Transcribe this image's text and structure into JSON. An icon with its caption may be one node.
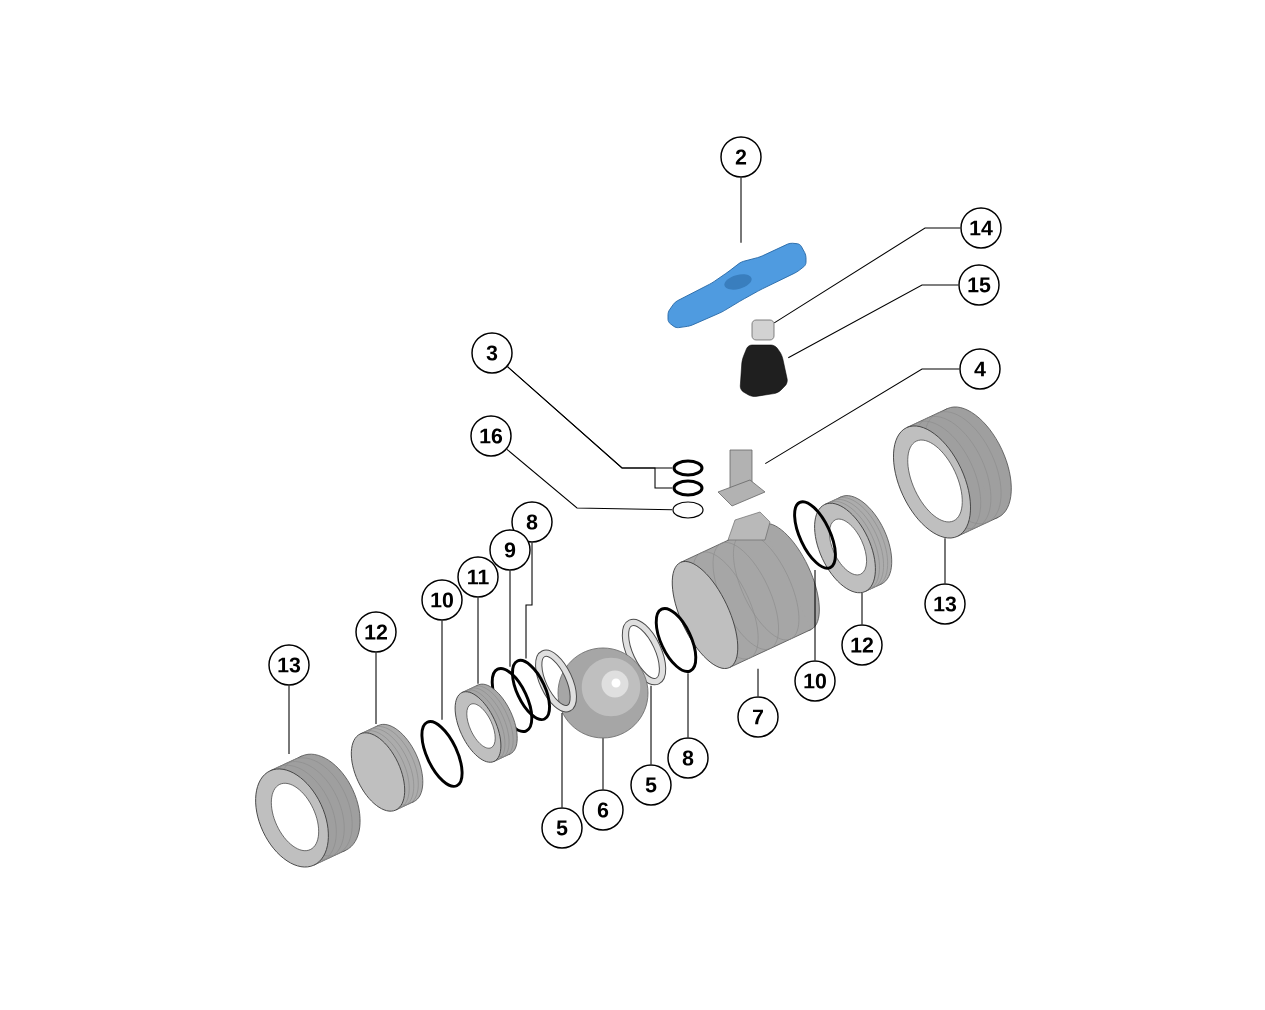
{
  "diagram": {
    "nodes": [
      {
        "text": [
          "2"
        ]
      },
      {
        "text": [
          "14"
        ]
      },
      {
        "text": [
          "15"
        ]
      },
      {
        "text": [
          "3"
        ]
      },
      {
        "text": [
          "4"
        ]
      },
      {
        "text": [
          "16"
        ]
      },
      {
        "text": [
          "8"
        ]
      },
      {
        "text": [
          "9"
        ]
      },
      {
        "text": [
          "11"
        ]
      },
      {
        "text": [
          "10"
        ]
      },
      {
        "text": [
          "12"
        ]
      },
      {
        "text": [
          "13"
        ]
      },
      {
        "text": [
          "13"
        ]
      },
      {
        "text": [
          "12"
        ]
      },
      {
        "text": [
          "10"
        ]
      },
      {
        "text": [
          "7"
        ]
      },
      {
        "text": [
          "8"
        ]
      },
      {
        "text": [
          "5"
        ]
      },
      {
        "text": [
          "6"
        ]
      },
      {
        "text": [
          "5"
        ]
      },
      {
        "text": [],
        "shape": "picture"
      },
      {
        "text": [],
        "shape": "box"
      },
      {
        "text": [],
        "shape": "picture"
      },
      {
        "text": [],
        "shape": "circle"
      },
      {
        "text": [],
        "shape": "circle"
      },
      {
        "text": [],
        "shape": "circle"
      },
      {
        "text": [],
        "shape": "picture"
      },
      {
        "text": [],
        "shape": "picture"
      },
      {
        "text": [],
        "shape": "picture"
      },
      {
        "text": [],
        "shape": "picture"
      },
      {
        "text": [],
        "shape": "picture"
      },
      {
        "text": [],
        "shape": "picture"
      },
      {
        "text": [],
        "shape": "picture"
      },
      {
        "text": [],
        "shape": "picture"
      },
      {
        "text": [],
        "shape": "picture"
      },
      {
        "text": [],
        "shape": "picture"
      },
      {
        "text": [],
        "shape": "picture"
      },
      {
        "text": [],
        "shape": "picture"
      },
      {
        "text": [],
        "shape": "picture"
      },
      {
        "text": [],
        "shape": "picture"
      },
      {
        "text": [],
        "shape": "picture"
      }
    ],
    "edges": [
      {
        "from": 0,
        "to": 20,
        "arrow": "none"
      },
      {
        "from": 1,
        "to": 21,
        "arrow": "none"
      },
      {
        "from": 2,
        "to": 22,
        "arrow": "none"
      },
      {
        "from": 3,
        "to": 23,
        "arrow": "none"
      },
      {
        "from": 3,
        "to": 24,
        "arrow": "none"
      },
      {
        "from": 4,
        "to": 26,
        "arrow": "none"
      },
      {
        "from": 5,
        "to": 25,
        "arrow": "none"
      },
      {
        "from": 6,
        "to": 32,
        "arrow": "none"
      },
      {
        "from": 7,
        "to": 31,
        "arrow": "none"
      },
      {
        "from": 8,
        "to": 30,
        "arrow": "none"
      },
      {
        "from": 9,
        "to": 29,
        "arrow": "none"
      },
      {
        "from": 10,
        "to": 28,
        "arrow": "none"
      },
      {
        "from": 11,
        "to": 27,
        "arrow": "none"
      },
      {
        "from": 12,
        "to": 40,
        "arrow": "none"
      },
      {
        "from": 13,
        "to": 39,
        "arrow": "none"
      },
      {
        "from": 14,
        "to": 38,
        "arrow": "none"
      },
      {
        "from": 15,
        "to": 37,
        "arrow": "none"
      },
      {
        "from": 16,
        "to": 36,
        "arrow": "none"
      },
      {
        "from": 17,
        "to": 35,
        "arrow": "none"
      },
      {
        "from": 18,
        "to": 34,
        "arrow": "none"
      },
      {
        "from": 19,
        "to": 33,
        "arrow": "none"
      }
    ]
  }
}
